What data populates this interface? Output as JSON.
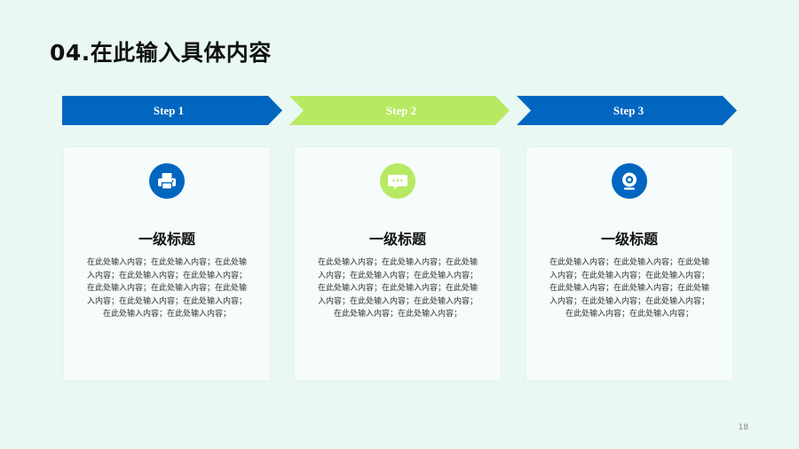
{
  "slide": {
    "title": "04.在此输入具体内容",
    "page_number": "18"
  },
  "steps": [
    {
      "label": "Step 1",
      "color": "#0066c0"
    },
    {
      "label": "Step 2",
      "color": "#b7ea62"
    },
    {
      "label": "Step 3",
      "color": "#0066c0"
    }
  ],
  "cards": [
    {
      "icon": "printer-icon",
      "icon_color": "#0066c0",
      "heading": "一级标题",
      "body": "在此处输入内容；在此处输入内容；在此处输入内容；在此处输入内容；在此处输入内容；在此处输入内容；在此处输入内容；在此处输入内容；在此处输入内容；在此处输入内容；在此处输入内容；在此处输入内容；"
    },
    {
      "icon": "chat-bubble-icon",
      "icon_color": "#b7ea62",
      "heading": "一级标题",
      "body": "在此处输入内容；在此处输入内容；在此处输入内容；在此处输入内容；在此处输入内容；在此处输入内容；在此处输入内容；在此处输入内容；在此处输入内容；在此处输入内容；在此处输入内容；在此处输入内容；"
    },
    {
      "icon": "webcam-icon",
      "icon_color": "#0066c0",
      "heading": "一级标题",
      "body": "在此处输入内容；在此处输入内容；在此处输入内容；在此处输入内容；在此处输入内容；在此处输入内容；在此处输入内容；在此处输入内容；在此处输入内容；在此处输入内容；在此处输入内容；在此处输入内容；"
    }
  ]
}
